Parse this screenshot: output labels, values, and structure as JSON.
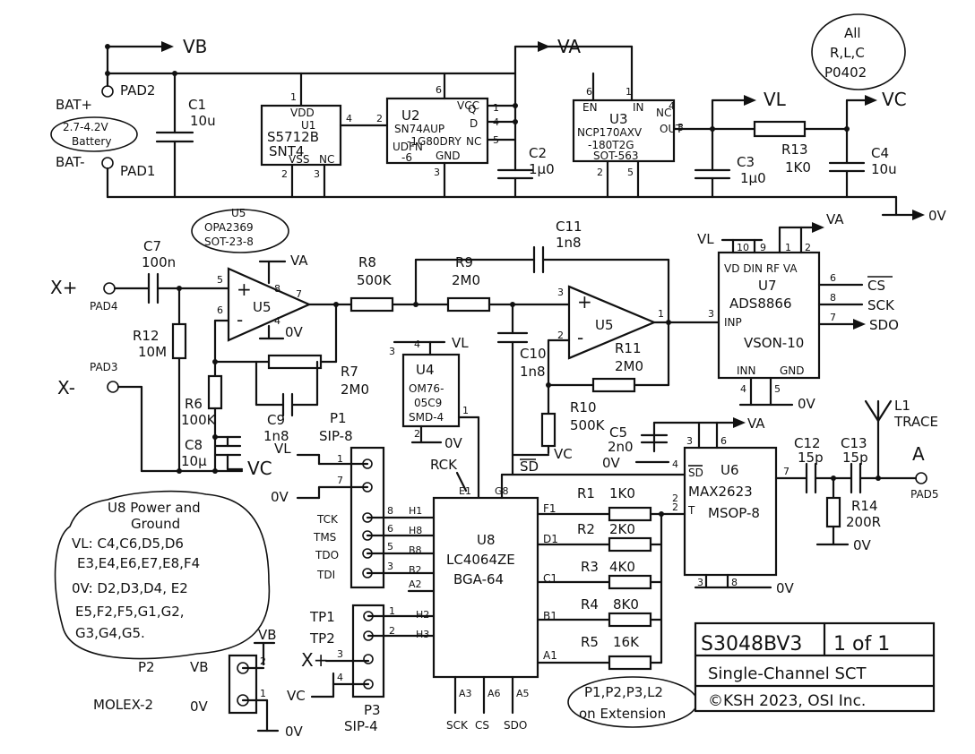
{
  "nets": {
    "vb": "VB",
    "va": "VA",
    "vl": "VL",
    "vc": "VC",
    "gnd": "0V",
    "xplus": "X+",
    "xminus": "X-",
    "a": "A"
  },
  "battery": {
    "pos": "BAT+",
    "neg": "BAT-",
    "range": "2.7-4.2V",
    "word": "Battery",
    "pad_pos": "PAD2",
    "pad_neg": "PAD1"
  },
  "c1": {
    "ref": "C1",
    "val": "10u"
  },
  "u1": {
    "p1": "VDD",
    "ref": "U1",
    "part": "S5712B",
    "pkg": "SNT4",
    "p2": "VSS",
    "nc": "NC",
    "pins": [
      "1",
      "4",
      "2",
      "3"
    ]
  },
  "u2": {
    "ref": "U2",
    "part": "SN74AUP",
    "part2": "-1G80DRY",
    "pkg": "UDFN",
    "pkg2": "-6",
    "vcc": "VCC",
    "gnd": "GND",
    "q": "Q",
    "d": "D",
    "nc": "NC",
    "pins": [
      "6",
      "2",
      "1",
      "4",
      "5",
      "3"
    ]
  },
  "c2": {
    "ref": "C2",
    "val": "1µ0"
  },
  "u3": {
    "ref": "U3",
    "part": "NCP170AXV",
    "part2": "-180T2G",
    "pkg": "SOT-563",
    "en": "EN",
    "in": "IN",
    "nc": "NC",
    "out": "OUT",
    "pins": [
      "6",
      "1",
      "4",
      "3",
      "2",
      "5"
    ]
  },
  "c3": {
    "ref": "C3",
    "val": "1µ0"
  },
  "r13": {
    "ref": "R13",
    "val": "1K0"
  },
  "c4": {
    "ref": "C4",
    "val": "10u"
  },
  "note_all": {
    "l1": "All",
    "l2": "R,L,C",
    "l3": "P0402"
  },
  "u5_cloud": {
    "l1": "U5",
    "l2": "OPA2369",
    "l3": "SOT-23-8"
  },
  "c7": {
    "ref": "C7",
    "val": "100n"
  },
  "pad4": "PAD4",
  "pad3": "PAD3",
  "u5a": {
    "ref": "U5",
    "pins": [
      "5",
      "6",
      "8",
      "4",
      "7"
    ]
  },
  "r12": {
    "ref": "R12",
    "val": "10M"
  },
  "r6": {
    "ref": "R6",
    "val": "100K"
  },
  "c8": {
    "ref": "C8",
    "val": "10µ"
  },
  "r7": {
    "ref": "R7",
    "val": "2M0"
  },
  "c9": {
    "ref": "C9",
    "val": "1n8"
  },
  "r8": {
    "ref": "R8",
    "val": "500K"
  },
  "r9": {
    "ref": "R9",
    "val": "2M0"
  },
  "c11": {
    "ref": "C11",
    "val": "1n8"
  },
  "c10": {
    "ref": "C10",
    "val": "1n8"
  },
  "u5b": {
    "ref": "U5",
    "pins": [
      "3",
      "2",
      "1"
    ]
  },
  "r11": {
    "ref": "R11",
    "val": "2M0"
  },
  "r10": {
    "ref": "R10",
    "val": "500K"
  },
  "u4": {
    "ref": "U4",
    "part": "OM76-",
    "part2": "05C9",
    "pkg": "SMD-4",
    "pins": [
      "3",
      "4",
      "1",
      "2"
    ]
  },
  "u7": {
    "ref": "U7",
    "part": "ADS8866",
    "pkg": "VSON-10",
    "top": "VD DIN RF VA",
    "inp": "INP",
    "inn": "INN",
    "gnd": "GND",
    "pins_top": [
      "10",
      "9",
      "1",
      "2"
    ],
    "pins_right": [
      "6",
      "8",
      "7"
    ],
    "pin_inp": "3",
    "pins_bot": [
      "4",
      "5"
    ]
  },
  "outs": {
    "cs": "CS",
    "sck": "SCK",
    "sdo": "SDO"
  },
  "c5": {
    "ref": "C5",
    "val": "2n0"
  },
  "u6": {
    "ref": "U6",
    "part": "MAX2623",
    "pkg": "MSOP-8",
    "sd": "SD",
    "t": "T",
    "pins": [
      "3",
      "6",
      "4",
      "2",
      "7",
      "3",
      "8"
    ]
  },
  "c12": {
    "ref": "C12",
    "val": "15p"
  },
  "c13": {
    "ref": "C13",
    "val": "15p"
  },
  "r14": {
    "ref": "R14",
    "val": "200R"
  },
  "l1": {
    "ref": "L1",
    "val": "TRACE"
  },
  "pad5": "PAD5",
  "p1": {
    "ref": "P1",
    "pkg": "SIP-8",
    "pins": [
      "1",
      "7",
      "8",
      "6",
      "5",
      "3"
    ],
    "labels": [
      "TCK",
      "TMS",
      "TDO",
      "TDI"
    ]
  },
  "u8": {
    "ref": "U8",
    "part": "LC4064ZE",
    "pkg": "BGA-64",
    "balls_left": [
      "H1",
      "H8",
      "B8",
      "B2",
      "A2",
      "H2",
      "H3"
    ],
    "top": [
      "E1",
      "G8"
    ],
    "right": [
      "F1",
      "D1",
      "C1",
      "B1",
      "A1"
    ],
    "bottom": [
      "A3",
      "A6",
      "A5"
    ]
  },
  "rck": "RCK",
  "sd_net": "SD",
  "r1": {
    "ref": "R1",
    "val": "1K0"
  },
  "r2": {
    "ref": "R2",
    "val": "2K0"
  },
  "r3": {
    "ref": "R3",
    "val": "4K0"
  },
  "r4": {
    "ref": "R4",
    "val": "8K0"
  },
  "r5": {
    "ref": "R5",
    "val": "16K"
  },
  "u8_power": {
    "l1": "U8 Power and",
    "l2": "Ground",
    "l3": "VL: C4,C6,D5,D6",
    "l4": "E3,E4,E6,E7,E8,F4",
    "l5": "0V: D2,D3,D4, E2",
    "l6": "E5,F2,F5,G1,G2,",
    "l7": "G3,G4,G5."
  },
  "p3": {
    "ref": "P3",
    "pkg": "SIP-4",
    "pins": [
      "1",
      "2",
      "3",
      "4"
    ],
    "tp1": "TP1",
    "tp2": "TP2"
  },
  "p2": {
    "ref": "P2",
    "part": "MOLEX-2",
    "pins": [
      "2",
      "1"
    ]
  },
  "ext_note": {
    "l1": "P1,P2,P3,L2",
    "l2": "on Extension"
  },
  "title": {
    "number": "S3048BV3",
    "sheet": "1 of 1",
    "name": "Single-Channel SCT",
    "copyright": "©KSH 2023, OSI Inc."
  },
  "bottom_sig": [
    "SCK",
    "CS",
    "SDO"
  ]
}
